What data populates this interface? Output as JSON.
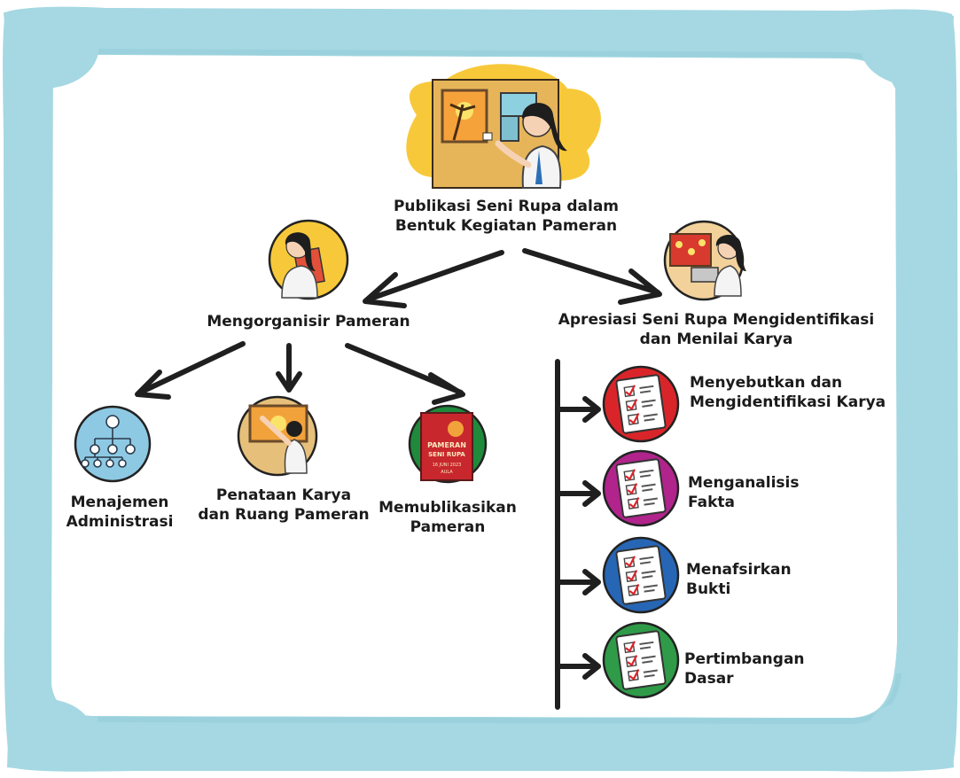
{
  "colors": {
    "frame": "#a5d8e2",
    "frame_shadow": "#93cdd9",
    "card": "#ffffff",
    "arrow": "#1f1f1f",
    "accent_yellow": "#f7c93a",
    "accent_tan": "#e6b55a",
    "check_red": "#d9252a",
    "check_magenta": "#b0248c",
    "check_blue": "#2766b5",
    "check_green": "#2f9b48",
    "icon_blue": "#8ec9e4",
    "poster_red": "#c8272d",
    "poster_green": "#1f8a3c"
  },
  "root": {
    "line1": "Publikasi Seni Rupa dalam",
    "line2": "Bentuk Kegiatan Pameran",
    "icon": "student-presenting-artwork-illustration"
  },
  "left_branch": {
    "title": "Mengorganisir Pameran",
    "icon": "student-with-clipboard-icon",
    "children": [
      {
        "line1": "Menajemen",
        "line2": "Administrasi",
        "icon": "org-chart-icon"
      },
      {
        "line1": "Penataan Karya",
        "line2": "dan Ruang Pameran",
        "icon": "student-hanging-painting-icon"
      },
      {
        "line1": "Memublikasikan",
        "line2": "Pameran",
        "icon": "exhibition-poster-icon"
      }
    ],
    "poster": {
      "line1": "PAMERAN",
      "line2": "SENI RUPA",
      "line3": "16 JUNI 2023",
      "line4": "AULA"
    }
  },
  "right_branch": {
    "line1": "Apresiasi Seni Rupa Mengidentifikasi",
    "line2": "dan Menilai Karya",
    "icon": "student-at-laptop-icon",
    "steps": [
      {
        "line1": "Menyebutkan dan",
        "line2": "Mengidentifikasi Karya",
        "icon": "checklist-red-icon"
      },
      {
        "line1": "Menganalisis",
        "line2": "Fakta",
        "icon": "checklist-magenta-icon"
      },
      {
        "line1": "Menafsirkan",
        "line2": "Bukti",
        "icon": "checklist-blue-icon"
      },
      {
        "line1": "Pertimbangan",
        "line2": "Dasar",
        "icon": "checklist-green-icon"
      }
    ]
  }
}
